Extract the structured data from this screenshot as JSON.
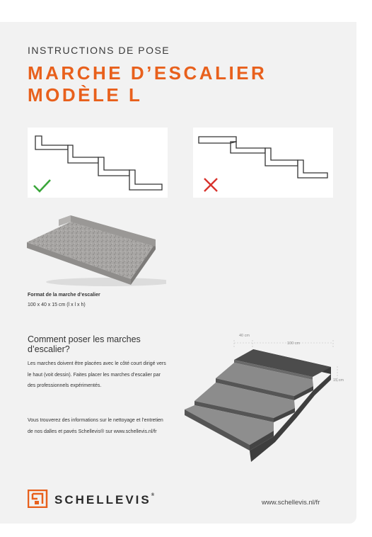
{
  "header": {
    "subtitle": "INSTRUCTIONS DE POSE",
    "title_line1": "MARCHE D’ESCALIER",
    "title_line2": "MODÈLE L"
  },
  "examples": {
    "correct_icon": "check-icon",
    "wrong_icon": "cross-icon"
  },
  "product": {
    "caption_title": "Format de la marche d’escalier",
    "caption_dims": "100 x 40 x 15 cm (l x l x h)"
  },
  "how_to": {
    "title": "Comment poser les marches d’escalier?",
    "paragraph1": "Les marches doivent être placées avec le côté court dirigé vers le haut (voit dessin). Faites placer les marches d’escalier par des professionnels expérimentés.",
    "paragraph2": "Vous trouverez des informations sur le nettoyage et l’entretien de nos dalles et pavés Schellevis® sur www.schellevis.nl/fr"
  },
  "diagram": {
    "dim_depth": "40 cm",
    "dim_width": "100 cm",
    "dim_height": "15 cm"
  },
  "footer": {
    "brand": "SCHELLEVIS",
    "brand_mark": "®",
    "url": "www.schellevis.nl/fr"
  },
  "colors": {
    "accent": "#e8601c",
    "check": "#3aa63a",
    "cross": "#d8322c"
  }
}
